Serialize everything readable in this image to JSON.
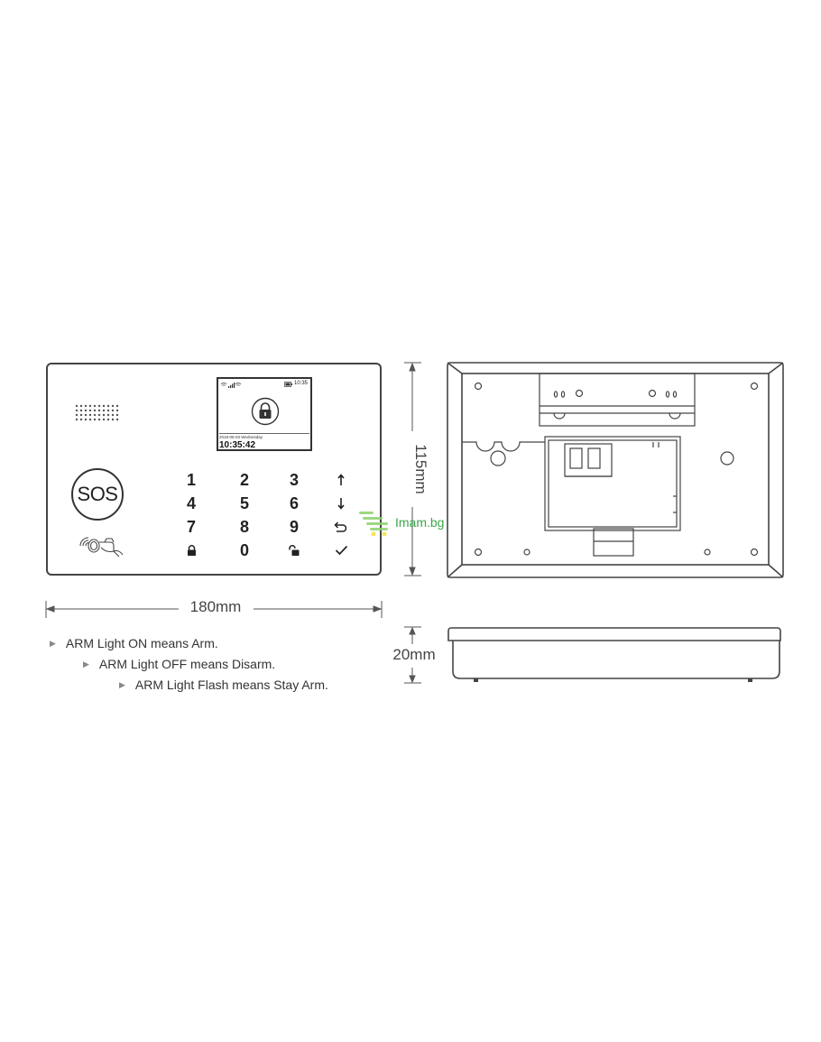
{
  "front_panel": {
    "lcd": {
      "status_time": "10:35",
      "date": "2019-06-03 Wednesday",
      "clock": "10:35:42"
    },
    "sos_label": "SOS",
    "keypad": [
      [
        "1",
        "2",
        "3"
      ],
      [
        "4",
        "5",
        "6"
      ],
      [
        "7",
        "8",
        "9"
      ],
      [
        "",
        "0",
        ""
      ]
    ],
    "side_keys": [
      "arrow-up-icon",
      "arrow-down-icon",
      "back-icon",
      "check-icon"
    ],
    "bottom_icons": [
      "lock-closed-icon",
      "lock-open-icon"
    ]
  },
  "dimensions": {
    "width": "180mm",
    "height": "115mm",
    "depth": "20mm"
  },
  "notes": [
    "ARM Light ON means Arm.",
    "ARM Light OFF means Disarm.",
    "ARM Light Flash means Stay Arm."
  ],
  "watermark": "Imam.bg",
  "colors": {
    "line": "#444444",
    "watermark": "#3aa64a"
  }
}
